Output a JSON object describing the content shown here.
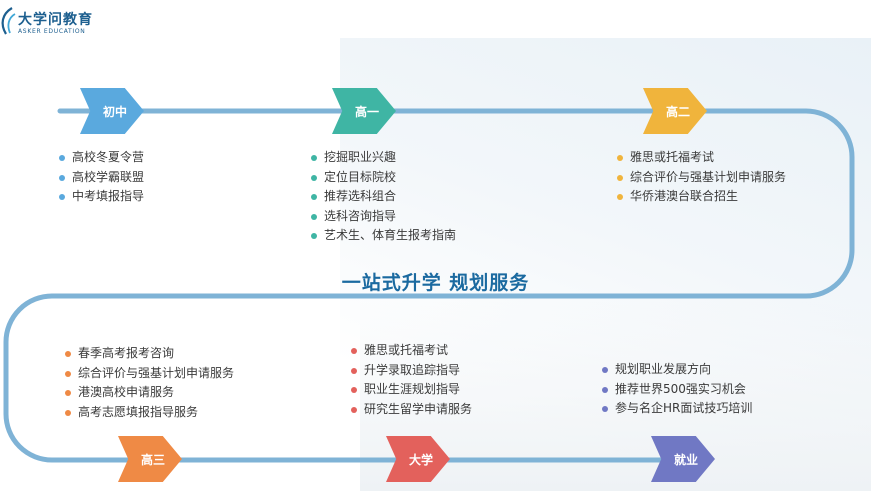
{
  "brand": {
    "name_cn": "大学问教育",
    "name_en": "ASKER EDUCATION"
  },
  "slogan": "一站式升学 规划服务",
  "colors": {
    "track": "#7fb3d6",
    "blue": "#5aa9de",
    "teal": "#3fb5a4",
    "yellow": "#f0b43c",
    "orange": "#ef8a45",
    "red": "#e3615c",
    "purple": "#7078c4"
  },
  "stages": [
    {
      "label": "初中",
      "color": "#5aa9de",
      "items": [
        "高校冬夏令营",
        "高校学霸联盟",
        "中考填报指导"
      ]
    },
    {
      "label": "高一",
      "color": "#3fb5a4",
      "items": [
        "挖掘职业兴趣",
        "定位目标院校",
        "推荐选科组合",
        "选科咨询指导",
        "艺术生、体育生报考指南"
      ]
    },
    {
      "label": "高二",
      "color": "#f0b43c",
      "items": [
        "雅思或托福考试",
        "综合评价与强基计划申请服务",
        "华侨港澳台联合招生"
      ]
    },
    {
      "label": "高三",
      "color": "#ef8a45",
      "items": [
        "春季高考报考咨询",
        "综合评价与强基计划申请服务",
        "港澳高校申请服务",
        "高考志愿填报指导服务"
      ]
    },
    {
      "label": "大学",
      "color": "#e3615c",
      "items": [
        "雅思或托福考试",
        "升学录取追踪指导",
        "职业生涯规划指导",
        "研究生留学申请服务"
      ]
    },
    {
      "label": "就业",
      "color": "#7078c4",
      "items": [
        "规划职业发展方向",
        "推荐世界500强实习机会",
        "参与名企HR面试技巧培训"
      ]
    }
  ]
}
